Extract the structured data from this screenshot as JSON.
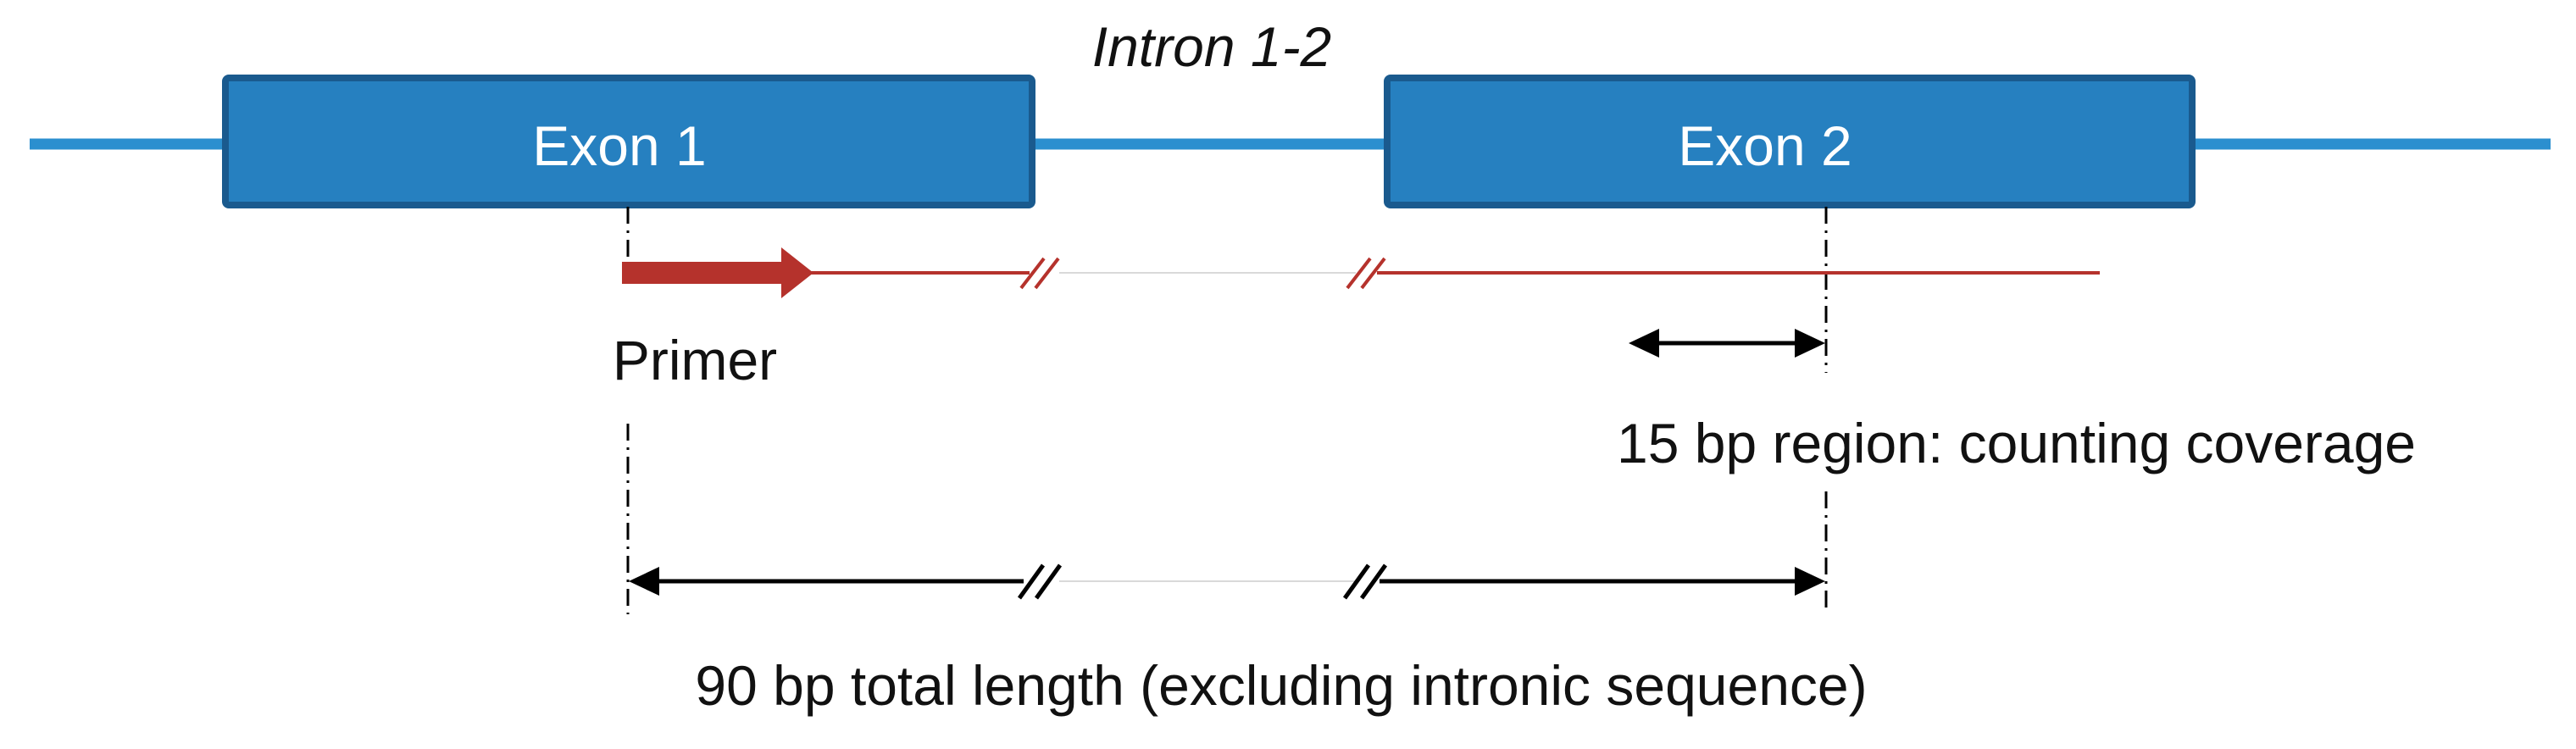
{
  "intron_label": "Intron 1-2",
  "exon1_label": "Exon 1",
  "exon2_label": "Exon 2",
  "primer_label": "Primer",
  "coverage_label": "15 bp region: counting coverage",
  "total_label": "90 bp total length (excluding intronic sequence)",
  "colors": {
    "gene_line": "#2b8fcf",
    "exon_fill": "#2680c0",
    "exon_stroke": "#1a5a8e",
    "read": "#b5322c",
    "arrow": "#000000",
    "gap": "#d9d9d9"
  }
}
